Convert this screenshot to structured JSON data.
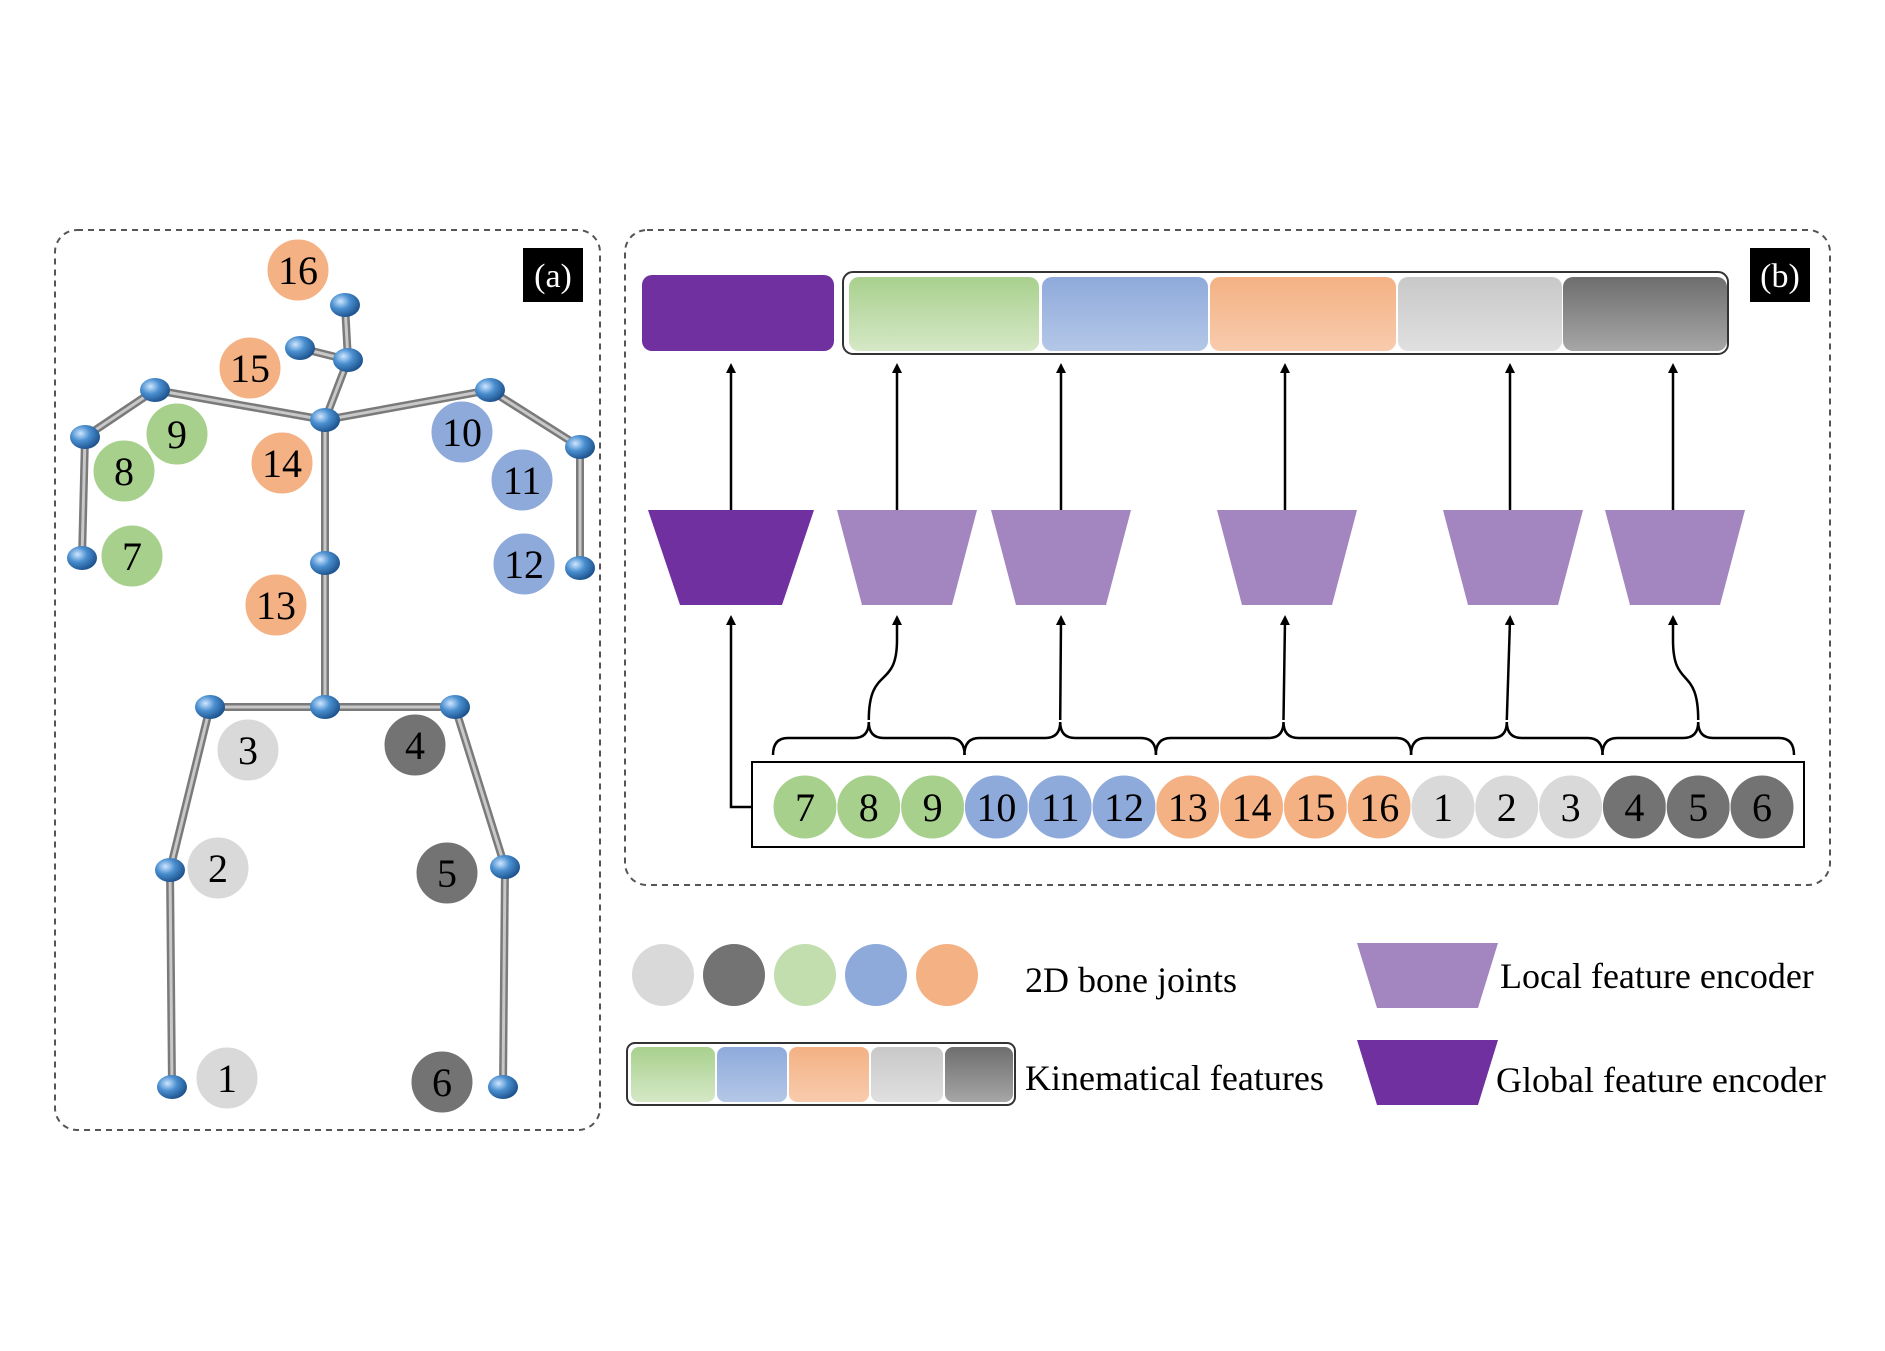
{
  "panels": {
    "a": {
      "tag": "(a)"
    },
    "b": {
      "tag": "(b)"
    }
  },
  "colors": {
    "green": "#a8d08d",
    "blue": "#8eaadb",
    "orange": "#f4b183",
    "light_gray": "#d9d9d9",
    "dark_gray": "#737373",
    "global_encoder": "#7030a0",
    "local_encoder": "#a385c0",
    "bone": "#808080",
    "bone_joint": "#4a8fd0"
  },
  "skeleton_joints": [
    {
      "label": "16",
      "group": "orange"
    },
    {
      "label": "15",
      "group": "orange"
    },
    {
      "label": "14",
      "group": "orange"
    },
    {
      "label": "13",
      "group": "orange"
    },
    {
      "label": "9",
      "group": "green"
    },
    {
      "label": "8",
      "group": "green"
    },
    {
      "label": "7",
      "group": "green"
    },
    {
      "label": "10",
      "group": "blue"
    },
    {
      "label": "11",
      "group": "blue"
    },
    {
      "label": "12",
      "group": "blue"
    },
    {
      "label": "3",
      "group": "light_gray"
    },
    {
      "label": "2",
      "group": "light_gray"
    },
    {
      "label": "1",
      "group": "light_gray"
    },
    {
      "label": "4",
      "group": "dark_gray"
    },
    {
      "label": "5",
      "group": "dark_gray"
    },
    {
      "label": "6",
      "group": "dark_gray"
    }
  ],
  "input_sequence": [
    {
      "label": "7",
      "group": "green"
    },
    {
      "label": "8",
      "group": "green"
    },
    {
      "label": "9",
      "group": "green"
    },
    {
      "label": "10",
      "group": "blue"
    },
    {
      "label": "11",
      "group": "blue"
    },
    {
      "label": "12",
      "group": "blue"
    },
    {
      "label": "13",
      "group": "orange"
    },
    {
      "label": "14",
      "group": "orange"
    },
    {
      "label": "15",
      "group": "orange"
    },
    {
      "label": "16",
      "group": "orange"
    },
    {
      "label": "1",
      "group": "light_gray"
    },
    {
      "label": "2",
      "group": "light_gray"
    },
    {
      "label": "3",
      "group": "light_gray"
    },
    {
      "label": "4",
      "group": "dark_gray"
    },
    {
      "label": "5",
      "group": "dark_gray"
    },
    {
      "label": "6",
      "group": "dark_gray"
    }
  ],
  "encoders": [
    {
      "kind": "global"
    },
    {
      "kind": "local",
      "group": "green"
    },
    {
      "kind": "local",
      "group": "blue"
    },
    {
      "kind": "local",
      "group": "orange"
    },
    {
      "kind": "local",
      "group": "light_gray"
    },
    {
      "kind": "local",
      "group": "dark_gray"
    }
  ],
  "feature_blocks": [
    {
      "group": "global_encoder"
    },
    {
      "group": "green"
    },
    {
      "group": "blue"
    },
    {
      "group": "orange"
    },
    {
      "group": "light_gray"
    },
    {
      "group": "dark_gray"
    }
  ],
  "legend": {
    "bone_joints_label": "2D bone joints",
    "bone_joint_colors": [
      "light_gray",
      "dark_gray",
      "green",
      "blue",
      "orange"
    ],
    "kinematical_label": "Kinematical features",
    "kinematical_colors": [
      "green",
      "blue",
      "orange",
      "light_gray",
      "dark_gray"
    ],
    "local_encoder_label": "Local feature encoder",
    "global_encoder_label": "Global feature encoder"
  }
}
